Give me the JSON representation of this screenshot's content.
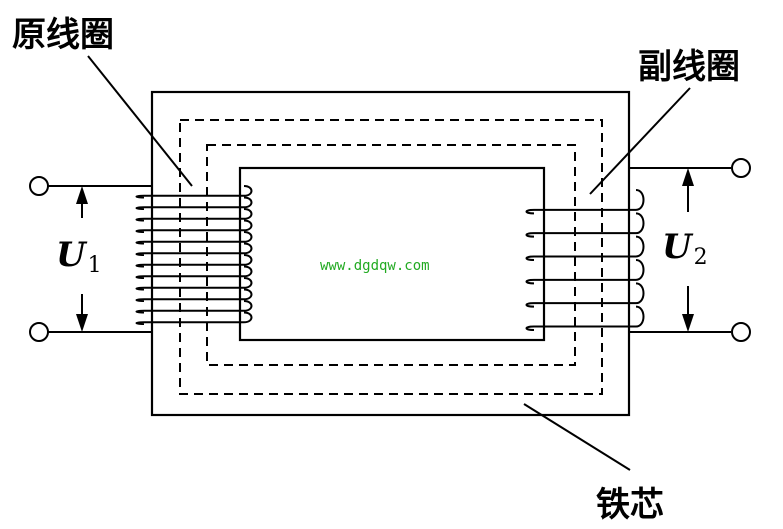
{
  "labels": {
    "primary_coil": "原线圈",
    "secondary_coil": "副线圈",
    "iron_core": "铁芯",
    "u1_symbol": "U",
    "u1_sub": "1",
    "u2_symbol": "U",
    "u2_sub": "2"
  },
  "watermark": "www.dgdqw.com",
  "colors": {
    "line": "#000000",
    "watermark": "#22aa22",
    "background": "#ffffff"
  },
  "coils": {
    "primary_turns": 12,
    "secondary_turns": 6
  }
}
